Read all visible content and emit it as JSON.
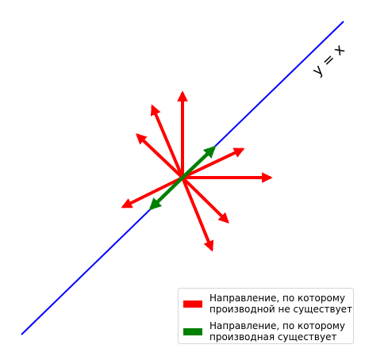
{
  "line_label": "y = x",
  "colors": {
    "line": "#0000ff",
    "red": "#ff0000",
    "green": "#008000"
  },
  "legend": {
    "items": [
      {
        "label": "Направление, по которому\nпроизводной не существует",
        "color": "#ff0000"
      },
      {
        "label": "Направление, по которому\nпроизводная существует",
        "color": "#008000"
      }
    ]
  }
}
